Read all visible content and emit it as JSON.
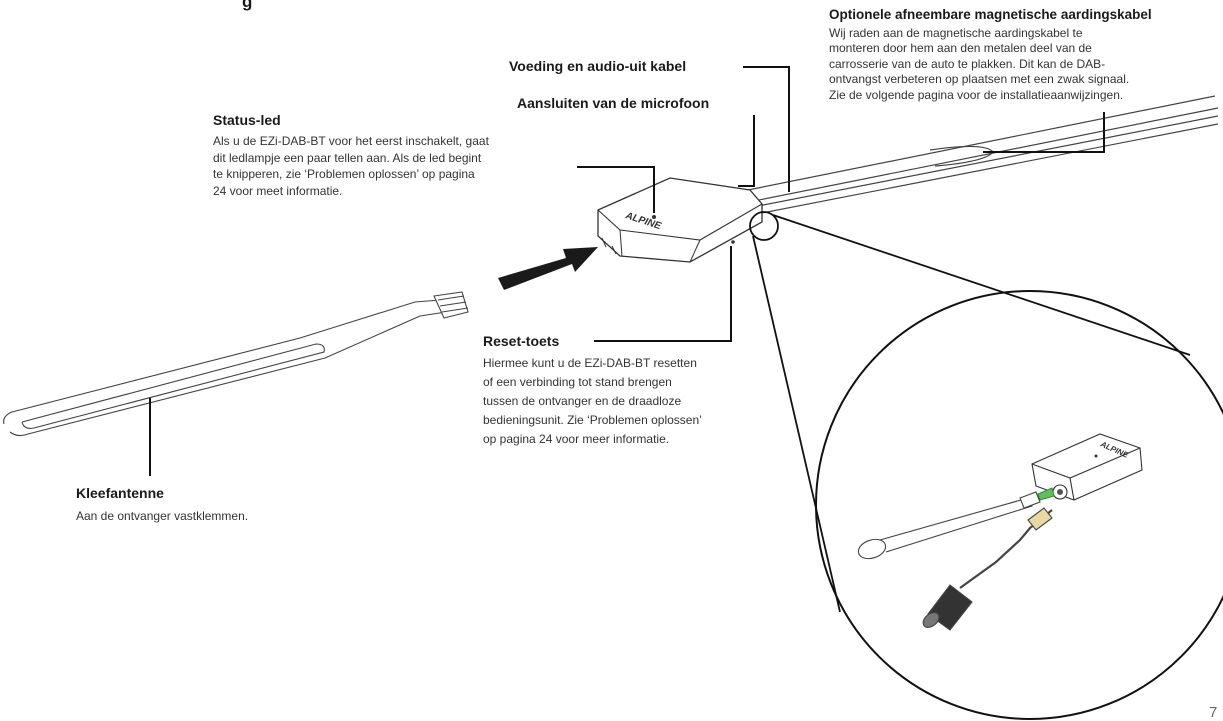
{
  "top_heading_fragment": "g",
  "page_number": "7",
  "device_logo": "ALPINE",
  "callouts": {
    "grounding_cable": {
      "title": "Optionele afneembare magnetische aardingskabel",
      "body": "Wij raden aan de magnetische aardingskabel te\nmonteren door hem aan den metalen deel van de\ncarrosserie van de auto te plakken. Dit kan de DAB-\nontvangst verbeteren op plaatsen met een zwak signaal.\nZie de volgende pagina voor de installatieaanwijzingen."
    },
    "power_audio": {
      "title": "Voeding en audio-uit kabel"
    },
    "microphone": {
      "title": "Aansluiten van de microfoon"
    },
    "status_led": {
      "title": "Status-led",
      "body": "Als u de EZi-DAB-BT voor het eerst inschakelt, gaat\ndit ledlampje een paar tellen aan. Als de led begint\nte knipperen, zie ‘Problemen oplossen’ op pagina\n24 voor meet informatie."
    },
    "reset_button": {
      "title": "Reset-toets",
      "body": "Hiermee kunt u de EZi-DAB-BT resetten\nof een verbinding tot stand brengen\ntussen de ontvanger en de draadloze\nbedieningsunit. Zie ‘Problemen oplossen’\nop pagina 24 voor meer informatie."
    },
    "adhesive_antenna": {
      "title": "Kleefantenne",
      "body": "Aan de ontvanger vastklemmen."
    }
  }
}
